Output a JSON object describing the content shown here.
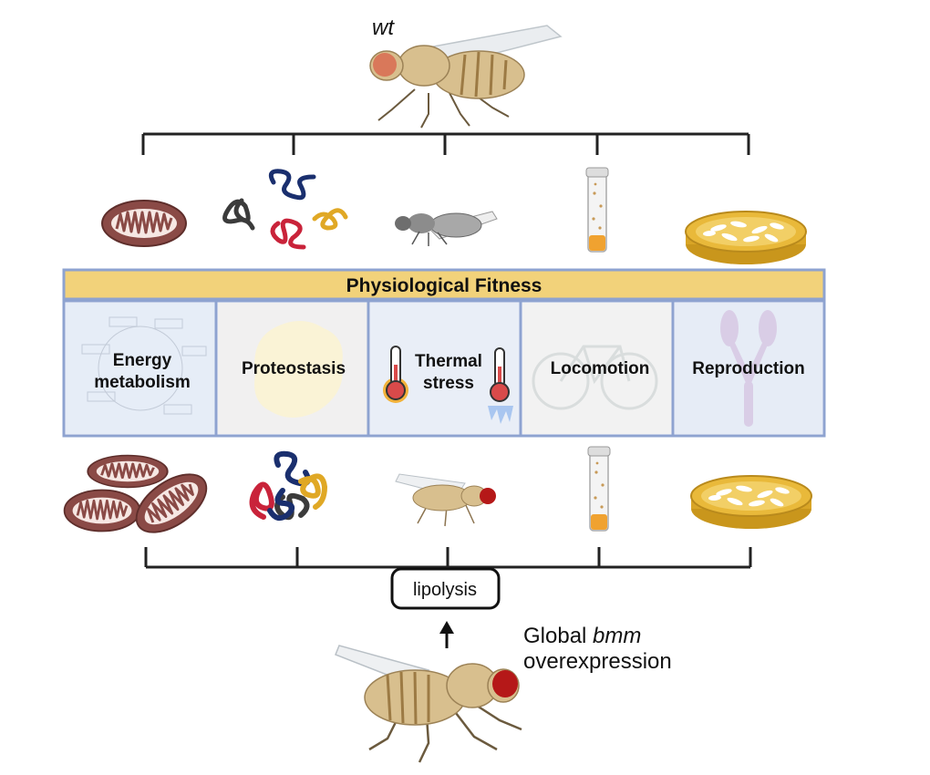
{
  "top": {
    "genotype_label": "wt"
  },
  "banner": {
    "title": "Physiological Fitness"
  },
  "categories": [
    {
      "id": "energy",
      "line1": "Energy",
      "line2": "metabolism"
    },
    {
      "id": "proteostasis",
      "line1": "Proteostasis",
      "line2": ""
    },
    {
      "id": "thermal",
      "line1": "Thermal",
      "line2": "stress"
    },
    {
      "id": "locomotion",
      "line1": "Locomotion",
      "line2": ""
    },
    {
      "id": "reproduction",
      "line1": "Reproduction",
      "line2": ""
    }
  ],
  "bottom": {
    "process_label": "lipolysis",
    "treatment_prefix": "Global ",
    "treatment_gene": "bmm",
    "treatment_suffix": "overexpression"
  },
  "colors": {
    "banner_fill": "#f2d27a",
    "panel_border": "#8ea3d0",
    "panel_fill": "#dde6f4",
    "mito": "#8a4a46",
    "dish": "#e9b93a",
    "fly_body": "#d8bf8e",
    "fly_eye_wt": "#d9785a",
    "fly_eye_oe": "#b51818",
    "vial_food": "#f0a230"
  }
}
